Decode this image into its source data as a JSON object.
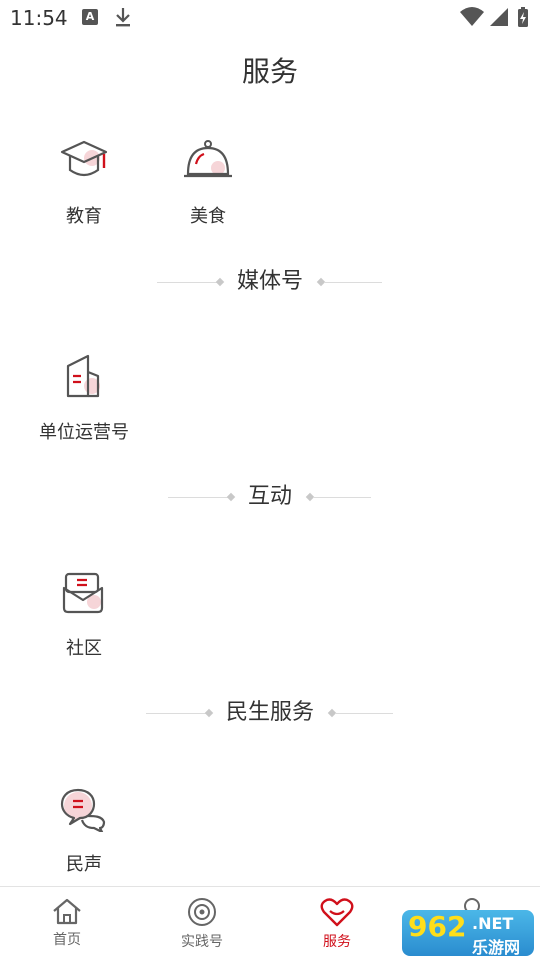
{
  "status": {
    "time": "11:54",
    "notice_a": "A"
  },
  "title": "服务",
  "sections": {
    "top_items": [
      {
        "label": "教育",
        "icon": "graduation-cap-icon"
      },
      {
        "label": "美食",
        "icon": "food-cloche-icon"
      }
    ],
    "media": {
      "title": "媒体号",
      "items": [
        {
          "label": "单位运营号",
          "icon": "building-icon"
        }
      ]
    },
    "interaction": {
      "title": "互动",
      "items": [
        {
          "label": "社区",
          "icon": "envelope-icon"
        }
      ]
    },
    "livelihood": {
      "title": "民生服务",
      "items": [
        {
          "label": "民声",
          "icon": "chat-bubbles-icon"
        }
      ]
    }
  },
  "tabs": [
    {
      "label": "首页",
      "icon": "home-icon"
    },
    {
      "label": "实践号",
      "icon": "target-icon"
    },
    {
      "label": "服务",
      "icon": "heart-icon",
      "active": true
    },
    {
      "label": "",
      "icon": "user-icon"
    }
  ],
  "watermark": {
    "num": "962",
    "net": ".NET",
    "cn": "乐游网"
  },
  "colors": {
    "accent": "#d0101b",
    "text": "#333333",
    "icon_stroke": "#555555",
    "icon_pink": "#f6d5d8"
  }
}
